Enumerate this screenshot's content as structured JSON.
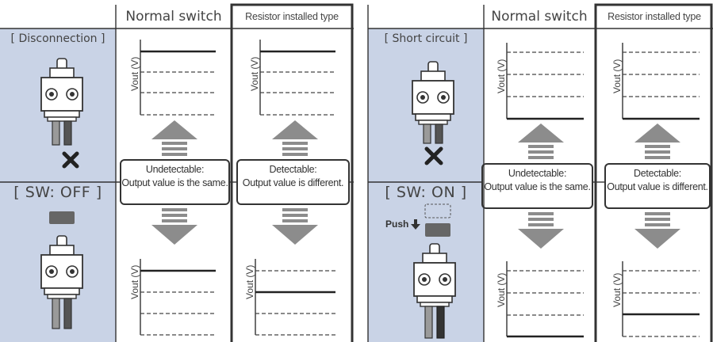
{
  "panels": [
    {
      "id": "disconnection",
      "header_normal": "Normal switch",
      "header_resistor": "Resistor installed type",
      "state_top": "[ Disconnection ]",
      "state_bottom": "[ SW: OFF ]",
      "callout_normal": [
        "Undetectable:",
        "Output value is the same."
      ],
      "callout_resistor": [
        "Detectable:",
        "Output value is different."
      ],
      "axis_label": "Vout (V)",
      "push_label": ""
    },
    {
      "id": "short-circuit",
      "header_normal": "Normal switch",
      "header_resistor": "Resistor installed type",
      "state_top": "[ Short circuit ]",
      "state_bottom": "[ SW: ON ]",
      "callout_normal": [
        "Undetectable:",
        "Output value is the same."
      ],
      "callout_resistor": [
        "Detectable:",
        "Output value is different."
      ],
      "axis_label": "Vout (V)",
      "push_label": "Push"
    }
  ],
  "colors": {
    "state_background": "#c9d3e6",
    "arrow_gray": "#8c8c8c",
    "line_dark": "#222222"
  },
  "icons": [
    "switch-icon",
    "fault-x-icon",
    "arrow-up-icon",
    "arrow-down-icon",
    "push-arrow-icon"
  ]
}
